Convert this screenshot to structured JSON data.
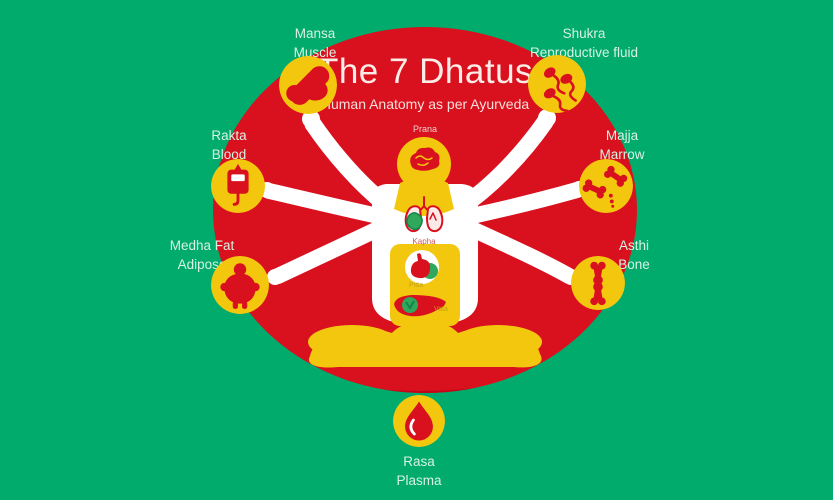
{
  "header": {
    "title": "The 7 Dhatus",
    "subtitle": "Human Anatomy as per Ayurveda"
  },
  "figure": {
    "description": "multi-armed meditating figure",
    "labels": {
      "prana": "Prana",
      "kapha": "Kapha",
      "pitta": "Pitta",
      "vata": "Vata"
    }
  },
  "dhatus": [
    {
      "name": "Mansa",
      "sub": "Muscle",
      "icon": "muscle-icon"
    },
    {
      "name": "Shukra",
      "sub": "Reproductive fluid",
      "icon": "sperm-icon"
    },
    {
      "name": "Rakta",
      "sub": "Blood",
      "icon": "blood-bag-icon"
    },
    {
      "name": "Majja",
      "sub": "Marrow",
      "icon": "broken-bone-marrow-icon"
    },
    {
      "name": "Medha Fat",
      "sub": "Adipose",
      "icon": "fat-body-icon"
    },
    {
      "name": "Asthi",
      "sub": "Bone",
      "icon": "bone-joint-icon"
    },
    {
      "name": "Rasa",
      "sub": "Plasma",
      "icon": "plasma-drop-icon"
    }
  ],
  "colors": {
    "bg": "#00AB6C",
    "circle": "#D9101E",
    "circleDark": "#C20417",
    "yellow": "#F4C70F",
    "red": "#D9101E",
    "white": "#FFFFFF",
    "green": "#2FA85C",
    "greenDark": "#12854A",
    "lungFill": "#FBEAE8",
    "label": "#D8F2E3",
    "title": "#FCECE7",
    "subtitle": "#F6DFDA",
    "prana": "#F0D0CB",
    "kapha": "#CF5A52",
    "dosha": "#BFA112"
  }
}
